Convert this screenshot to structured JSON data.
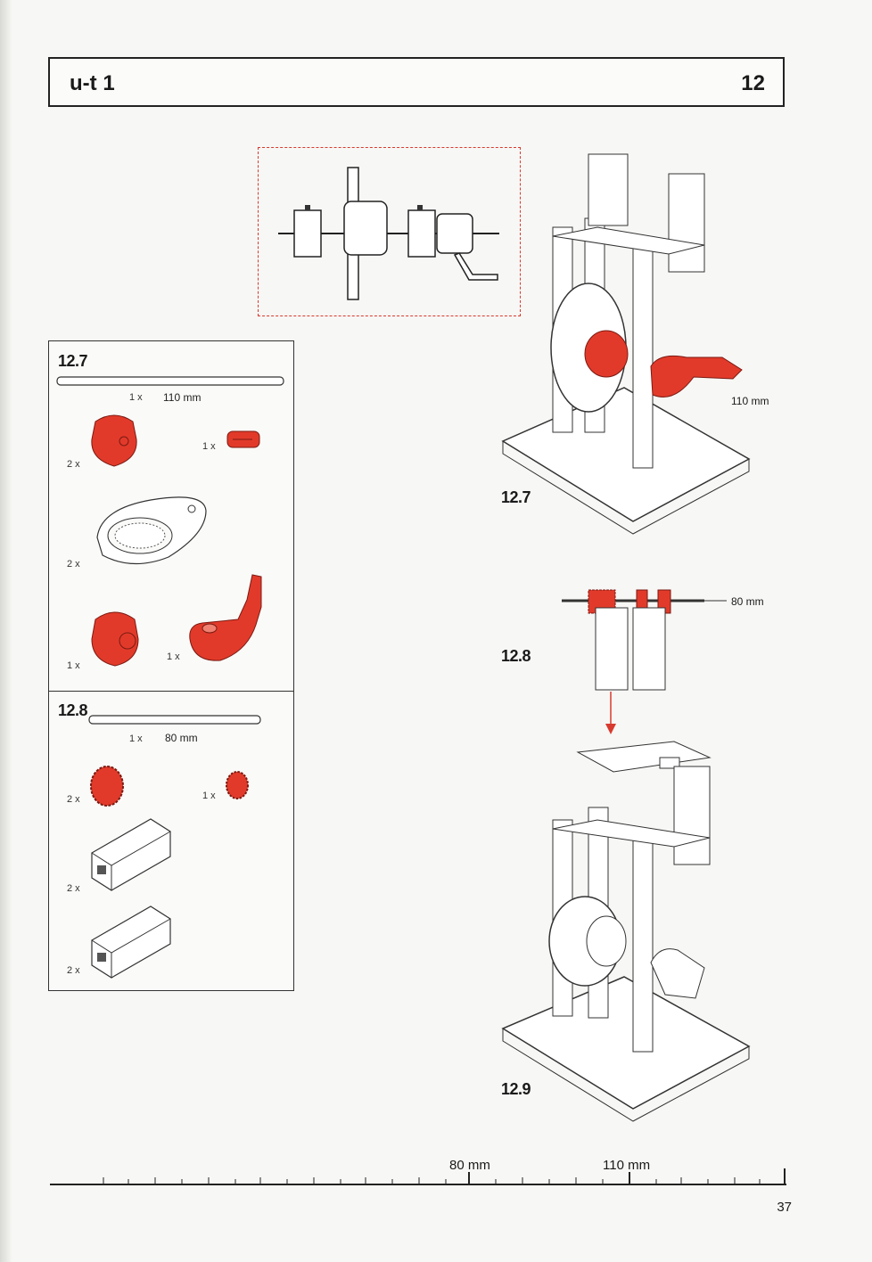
{
  "header": {
    "title": "u-t 1",
    "page_step": "12"
  },
  "step_12_7": {
    "label": "12.7",
    "axle": {
      "qty": "1 x",
      "length": "110 mm"
    },
    "parts": [
      {
        "qty": "2 x",
        "icon": "red-hub-nut-icon"
      },
      {
        "qty": "1 x",
        "icon": "red-clip-sleeve-icon"
      },
      {
        "qty": "2 x",
        "icon": "white-eccentric-disc-icon"
      },
      {
        "qty": "1 x",
        "icon": "red-hub-icon"
      },
      {
        "qty": "1 x",
        "icon": "red-crank-handle-icon"
      }
    ]
  },
  "step_12_8": {
    "label": "12.8",
    "axle": {
      "qty": "1 x",
      "length": "80 mm"
    },
    "parts": [
      {
        "qty": "2 x",
        "icon": "red-large-gear-icon"
      },
      {
        "qty": "1 x",
        "icon": "red-small-gear-icon"
      },
      {
        "qty": "2 x",
        "icon": "white-building-block-icon"
      },
      {
        "qty": "2 x",
        "icon": "white-building-block-icon"
      }
    ]
  },
  "diagram": {
    "step_12_7_label": "12.7",
    "step_12_7_callout": "110 mm",
    "step_12_8_label": "12.8",
    "step_12_8_callout": "80 mm",
    "step_12_9_label": "12.9"
  },
  "ruler": {
    "mark_80": "80 mm",
    "mark_110": "110 mm"
  },
  "footer": {
    "page_number": "37"
  },
  "colors": {
    "accent_red": "#e23a2a",
    "dash_red": "#d83a2e",
    "line": "#222222"
  }
}
